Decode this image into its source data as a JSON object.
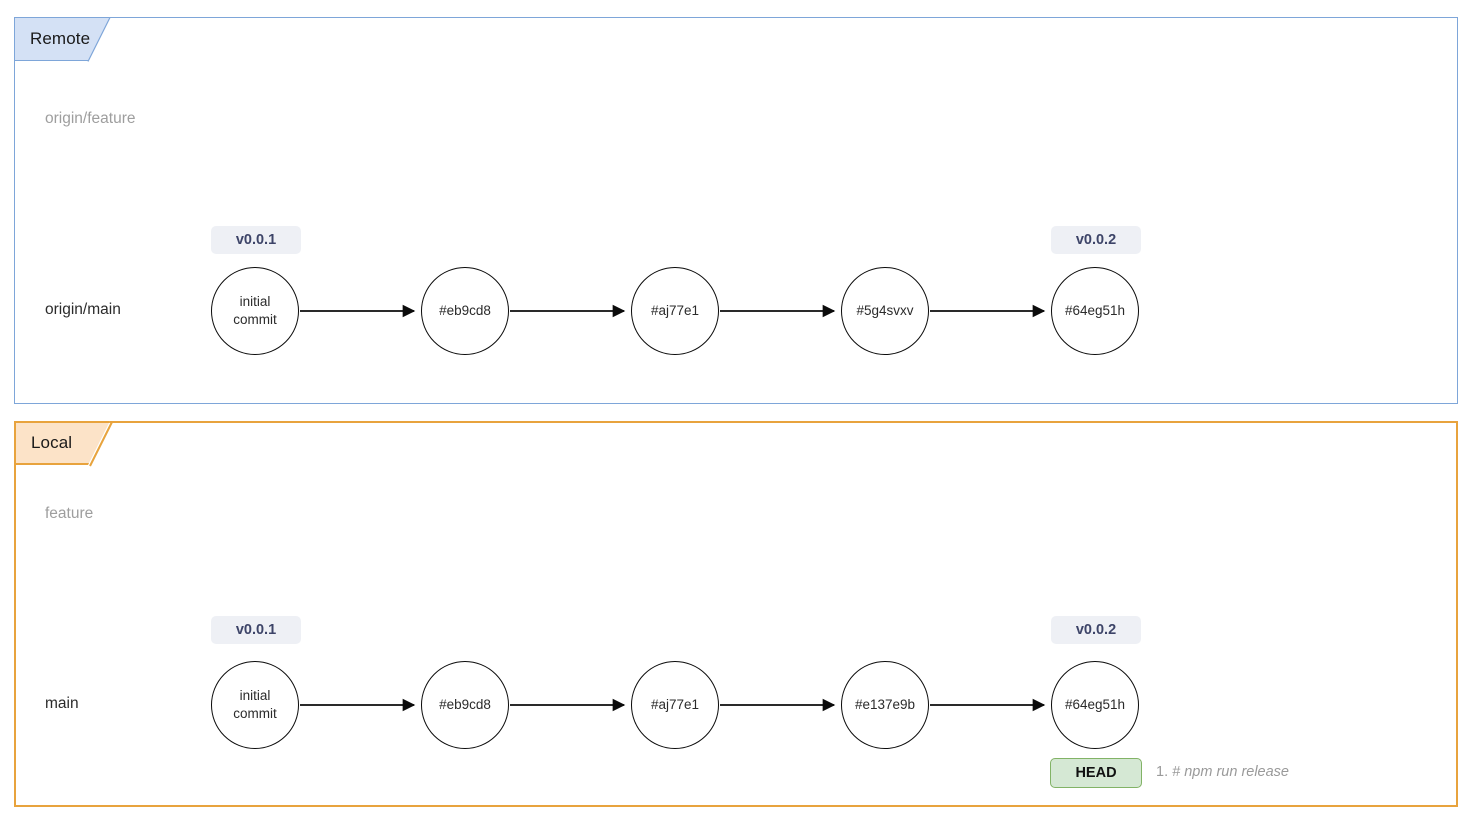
{
  "diagram": {
    "title": "Git remote vs local branch graph",
    "colors": {
      "remote_border": "#7ea6d9",
      "remote_tab_fill": "#d4e1f5",
      "local_border": "#e8a33d",
      "local_tab_fill": "#fce3c8",
      "tag_fill": "#eef0f5",
      "tag_text": "#3d4468",
      "head_fill": "#d5e8d4",
      "head_border": "#82b366",
      "node_stroke": "#0b0b0b",
      "inactive_label": "#9e9e9e",
      "annotation_text": "#9a9a9a"
    }
  },
  "lanes": [
    {
      "id": "remote",
      "tab_label": "Remote",
      "branches": [
        {
          "id": "origin-feature",
          "label": "origin/feature",
          "active": false,
          "commits": []
        },
        {
          "id": "origin-main",
          "label": "origin/main",
          "active": true,
          "commits": [
            {
              "id": "c1",
              "line1": "initial",
              "line2": "commit",
              "tag": "v0.0.1",
              "head": false
            },
            {
              "id": "c2",
              "line1": "#eb9cd8",
              "line2": "",
              "tag": "",
              "head": false
            },
            {
              "id": "c3",
              "line1": "#aj77e1",
              "line2": "",
              "tag": "",
              "head": false
            },
            {
              "id": "c4",
              "line1": "#5g4svxv",
              "line2": "",
              "tag": "",
              "head": false
            },
            {
              "id": "c5",
              "line1": "#64eg51h",
              "line2": "",
              "tag": "v0.0.2",
              "head": false
            }
          ]
        }
      ],
      "annotations": []
    },
    {
      "id": "local",
      "tab_label": "Local",
      "branches": [
        {
          "id": "feature",
          "label": "feature",
          "active": false,
          "commits": []
        },
        {
          "id": "main",
          "label": "main",
          "active": true,
          "commits": [
            {
              "id": "c1",
              "line1": "initial",
              "line2": "commit",
              "tag": "v0.0.1",
              "head": false
            },
            {
              "id": "c2",
              "line1": "#eb9cd8",
              "line2": "",
              "tag": "",
              "head": false
            },
            {
              "id": "c3",
              "line1": "#aj77e1",
              "line2": "",
              "tag": "",
              "head": false
            },
            {
              "id": "c4",
              "line1": "#e137e9b",
              "line2": "",
              "tag": "",
              "head": false
            },
            {
              "id": "c5",
              "line1": "#64eg51h",
              "line2": "",
              "tag": "v0.0.2",
              "head": true
            }
          ]
        }
      ],
      "head_label": "HEAD",
      "annotations": [
        {
          "number": "1.",
          "command": "# npm run release"
        }
      ]
    }
  ]
}
